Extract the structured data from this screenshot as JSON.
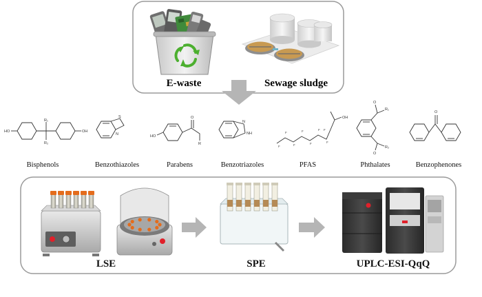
{
  "top_panel": {
    "left_label": "E-waste",
    "right_label": "Sewage sludge"
  },
  "compounds": [
    {
      "label": "Bisphenols"
    },
    {
      "label": "Benzothiazoles"
    },
    {
      "label": "Parabens"
    },
    {
      "label": "Benzotriazoles"
    },
    {
      "label": "PFAS"
    },
    {
      "label": "Phthalates"
    },
    {
      "label": "Benzophenones"
    }
  ],
  "bottom_panel": {
    "steps": [
      {
        "label": "LSE"
      },
      {
        "label": "SPE"
      },
      {
        "label": "UPLC-ESI-QqQ"
      }
    ]
  },
  "atom_labels": {
    "ho": "HO",
    "oh": "OH",
    "r": "R",
    "r1": "R₁",
    "r2": "R₂",
    "s": "S",
    "n": "N",
    "nh": "NH",
    "f": "F",
    "o": "O"
  },
  "colors": {
    "panel_border": "#9a9a9a",
    "arrow": "#b5b5b5",
    "recycle_green": "#4caf2f",
    "tube_orange": "#e46c1c",
    "indicator_red": "#e0202a"
  }
}
